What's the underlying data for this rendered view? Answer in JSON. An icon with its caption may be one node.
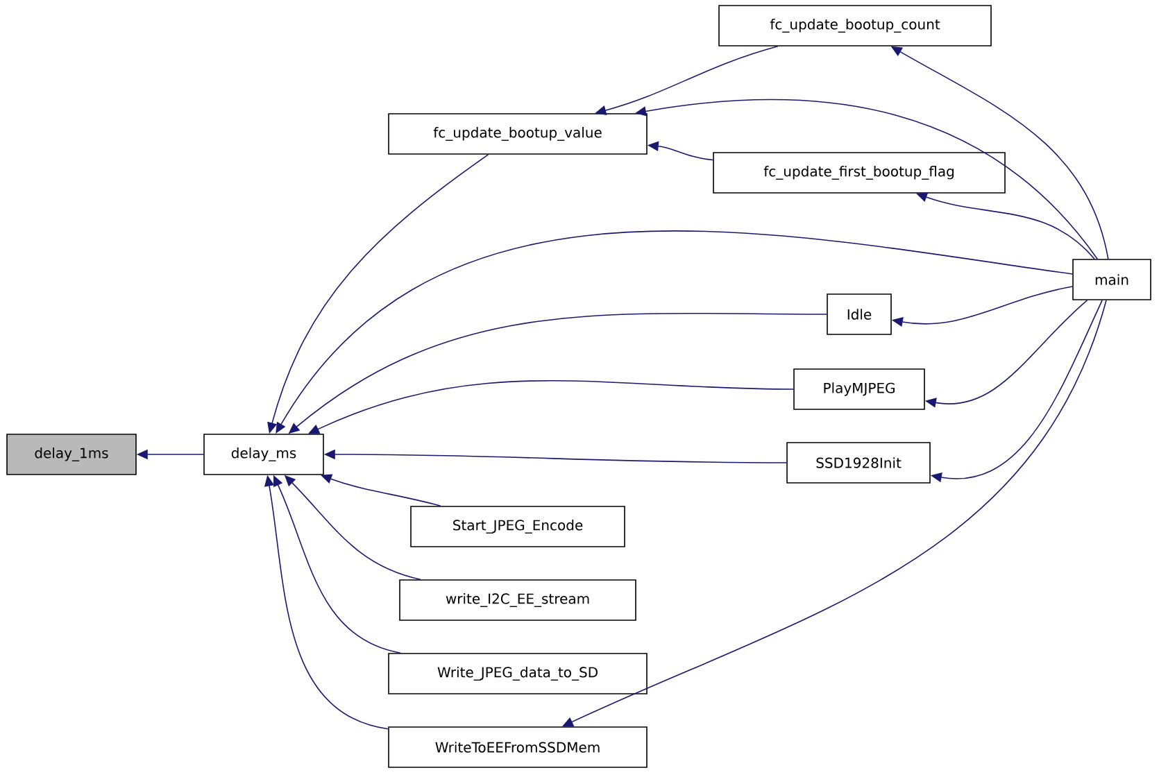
{
  "diagram": {
    "nodes": [
      {
        "text": [
          "delay_1ms"
        ]
      },
      {
        "text": [
          "delay_ms"
        ]
      },
      {
        "text": [
          "fc_update_bootup_value"
        ]
      },
      {
        "text": [
          "fc_update_bootup_count"
        ]
      },
      {
        "text": [
          "fc_update_first_bootup_flag"
        ]
      },
      {
        "text": [
          "Idle"
        ]
      },
      {
        "text": [
          "PlayMJPEG"
        ]
      },
      {
        "text": [
          "SSD1928Init"
        ]
      },
      {
        "text": [
          "Start_JPEG_Encode"
        ]
      },
      {
        "text": [
          "write_I2C_EE_stream"
        ]
      },
      {
        "text": [
          "Write_JPEG_data_to_SD"
        ]
      },
      {
        "text": [
          "WriteToEEFromSSDMem"
        ]
      },
      {
        "text": [
          "main"
        ]
      }
    ],
    "edges": [
      {
        "from": 1,
        "to": 0,
        "arrow": "to"
      },
      {
        "from": 2,
        "to": 1,
        "arrow": "to"
      },
      {
        "from": 3,
        "to": 2,
        "arrow": "to"
      },
      {
        "from": 4,
        "to": 2,
        "arrow": "to"
      },
      {
        "from": 12,
        "to": 3,
        "arrow": "to"
      },
      {
        "from": 12,
        "to": 2,
        "arrow": "to"
      },
      {
        "from": 12,
        "to": 4,
        "arrow": "to"
      },
      {
        "from": 12,
        "to": 1,
        "arrow": "to"
      },
      {
        "from": 5,
        "to": 1,
        "arrow": "to"
      },
      {
        "from": 12,
        "to": 5,
        "arrow": "to"
      },
      {
        "from": 6,
        "to": 1,
        "arrow": "to"
      },
      {
        "from": 12,
        "to": 6,
        "arrow": "to"
      },
      {
        "from": 7,
        "to": 1,
        "arrow": "to"
      },
      {
        "from": 12,
        "to": 7,
        "arrow": "to"
      },
      {
        "from": 8,
        "to": 1,
        "arrow": "to"
      },
      {
        "from": 9,
        "to": 1,
        "arrow": "to"
      },
      {
        "from": 10,
        "to": 1,
        "arrow": "to"
      },
      {
        "from": 11,
        "to": 1,
        "arrow": "to"
      },
      {
        "from": 12,
        "to": 11,
        "arrow": "to"
      }
    ]
  }
}
